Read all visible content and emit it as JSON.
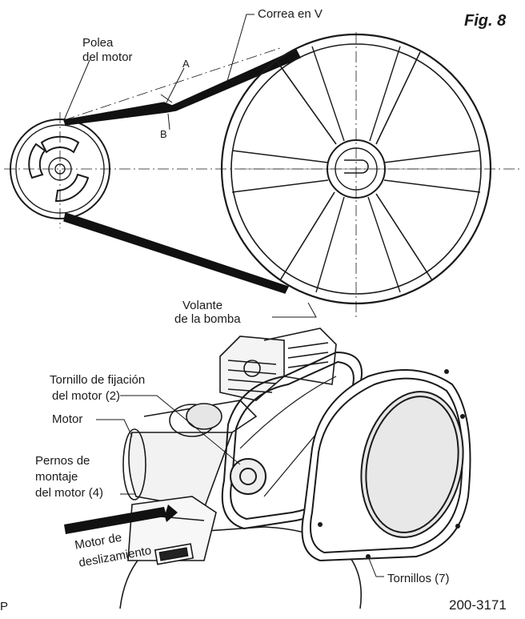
{
  "figure": {
    "number": "Fig. 8",
    "part_number": "200-3171"
  },
  "labels": {
    "v_belt": "Correa en V",
    "motor_pulley_line1": "Polea",
    "motor_pulley_line2": "del motor",
    "point_a": "A",
    "point_b": "B",
    "flywheel_line1": "Volante",
    "flywheel_line2": "de la bomba",
    "fixing_screw_line1": "Tornillo de fijación",
    "fixing_screw_line2": "del motor (2)",
    "motor": "Motor",
    "bolts_line1": "Pernos de",
    "bolts_line2": "montaje",
    "bolts_line3": "del motor (4)",
    "slide_line1": "Motor de",
    "slide_line2": "deslizamiento",
    "screws": "Tornillos (7)",
    "corner_mark": "P"
  },
  "colors": {
    "line": "#1a1a1a",
    "belt": "#111111",
    "shade": "#d9d9d9"
  }
}
